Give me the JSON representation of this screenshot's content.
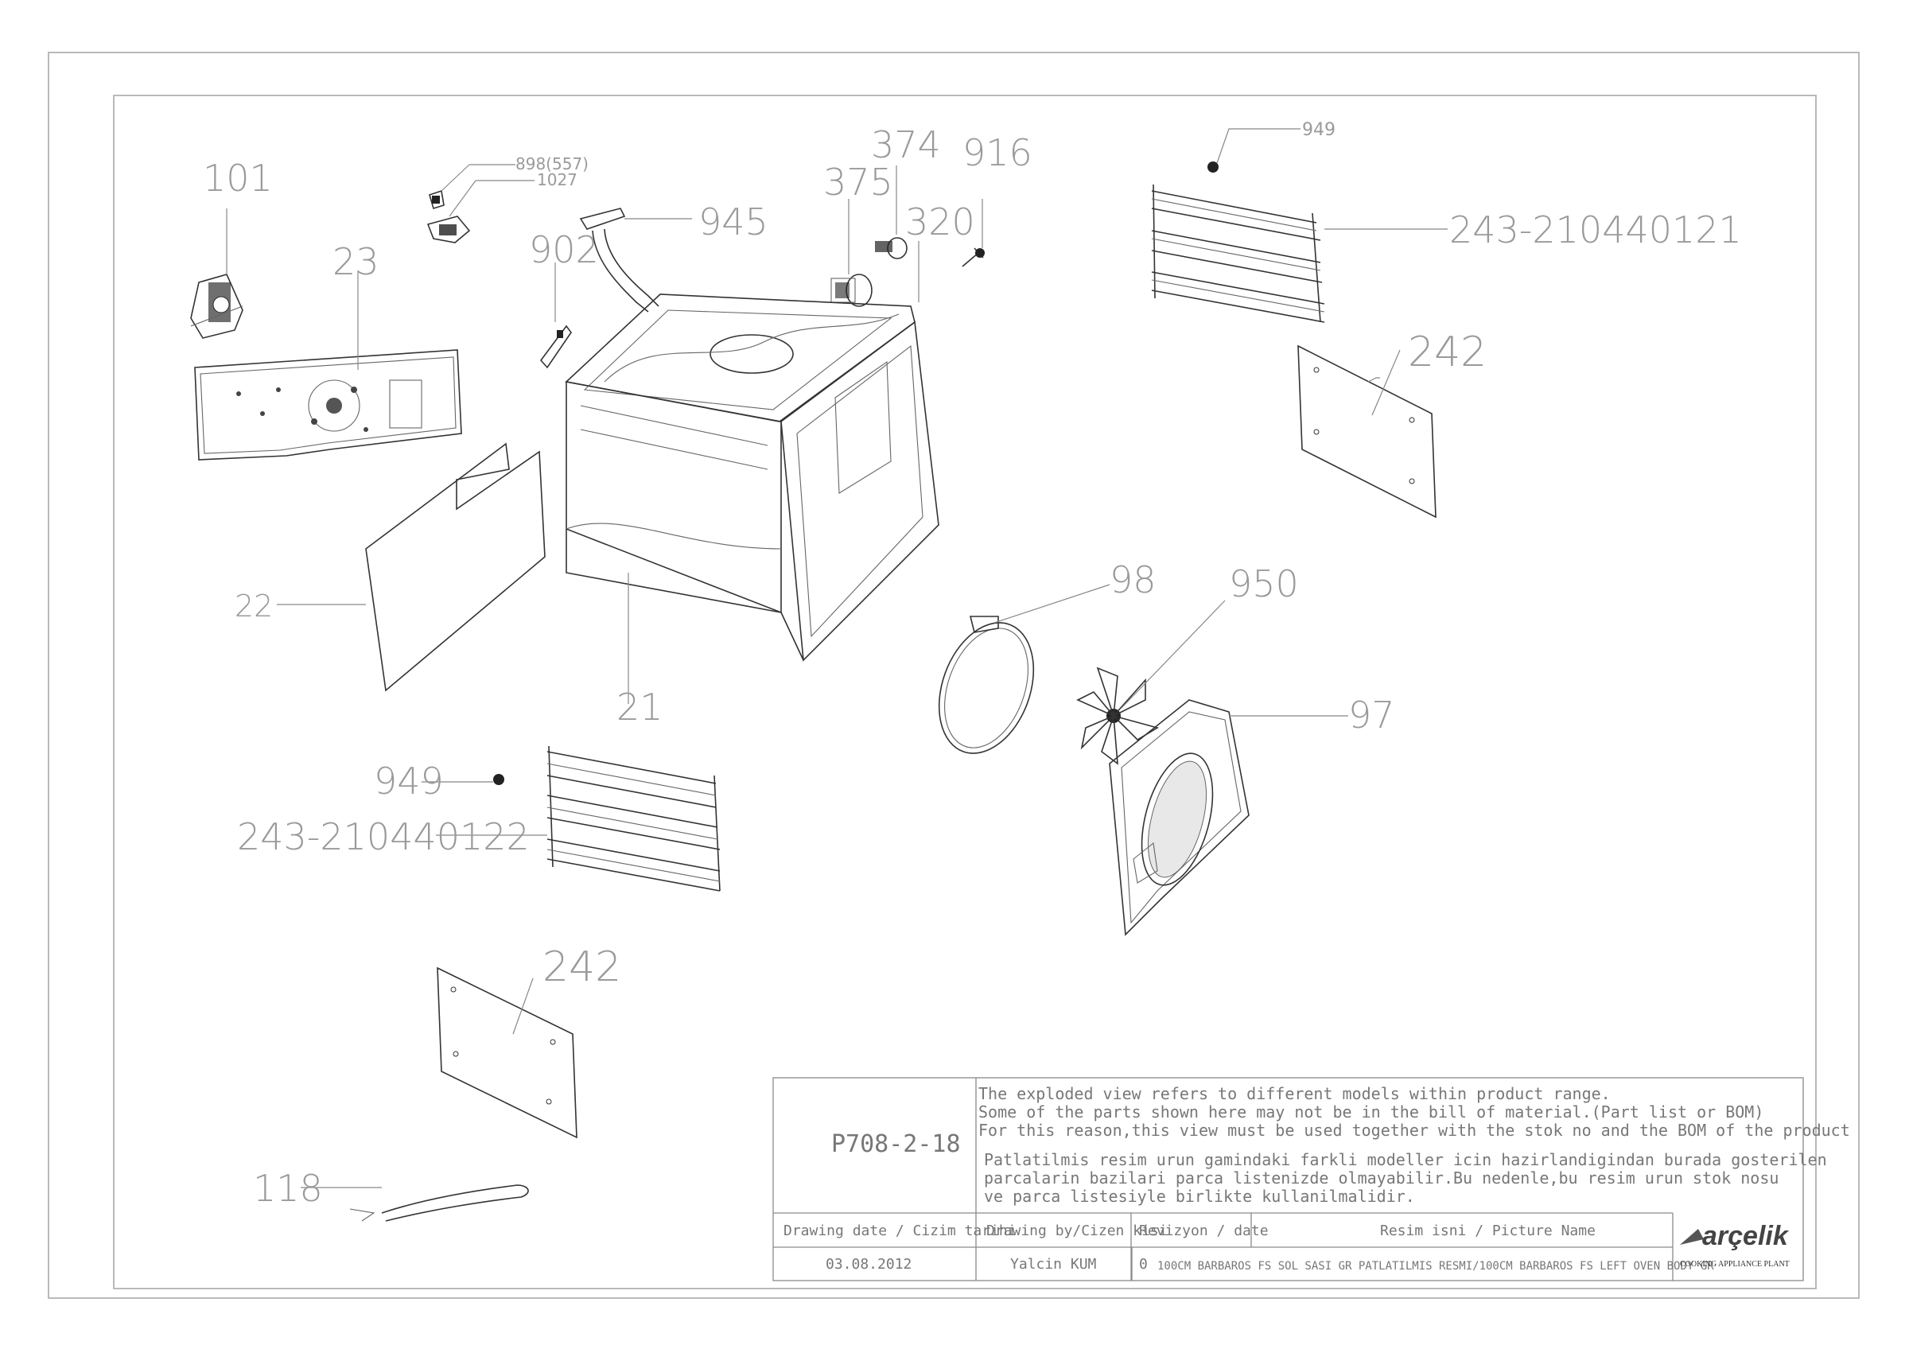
{
  "parts": [
    {
      "id": "p101",
      "label": "101"
    },
    {
      "id": "p898",
      "label": "898(557)"
    },
    {
      "id": "p1027",
      "label": "1027"
    },
    {
      "id": "p23",
      "label": "23"
    },
    {
      "id": "p902",
      "label": "902"
    },
    {
      "id": "p945",
      "label": "945"
    },
    {
      "id": "p375",
      "label": "375"
    },
    {
      "id": "p374",
      "label": "374"
    },
    {
      "id": "p320",
      "label": "320"
    },
    {
      "id": "p916",
      "label": "916"
    },
    {
      "id": "p949a",
      "label": "949"
    },
    {
      "id": "p243a",
      "label": "243-210440121"
    },
    {
      "id": "p242a",
      "label": "242"
    },
    {
      "id": "p22",
      "label": "22"
    },
    {
      "id": "p21",
      "label": "21"
    },
    {
      "id": "p98",
      "label": "98"
    },
    {
      "id": "p950",
      "label": "950"
    },
    {
      "id": "p97",
      "label": "97"
    },
    {
      "id": "p949b",
      "label": "949"
    },
    {
      "id": "p243b",
      "label": "243-210440122"
    },
    {
      "id": "p242b",
      "label": "242"
    },
    {
      "id": "p118",
      "label": "118"
    }
  ],
  "title_block": {
    "code": "P708-2-18",
    "notes_en": [
      "The exploded view refers to different models within product range.",
      "Some of the parts shown here may not be in the bill of material.(Part list or BOM)",
      "For this reason,this view must be used together with the stok no and the BOM of the product"
    ],
    "notes_tr": [
      "Patlatilmis resim urun gamindaki farkli modeller icin hazirlandigindan burada gosterilen",
      "parcalarin bazilari parca listenizde olmayabilir.Bu nedenle,bu resim urun stok nosu",
      "ve parca listesiyle birlikte kullanilmalidir."
    ],
    "headers": {
      "drawing_date": "Drawing date / Cizim tarihi",
      "drawn_by": "Drawing by/Cizen kisi",
      "revision": "Revizyon / date",
      "picture_name": "Resim isni / Picture Name"
    },
    "values": {
      "drawing_date": "03.08.2012",
      "drawn_by": "Yalcin KUM",
      "revision": "0",
      "picture_name": "100CM BARBAROS FS SOL SASI GR PATLATILMIS RESMI/100CM BARBAROS FS LEFT OVEN BODY GR"
    },
    "brand": "arçelik",
    "plant": "COOKING APPLIANCE PLANT"
  }
}
